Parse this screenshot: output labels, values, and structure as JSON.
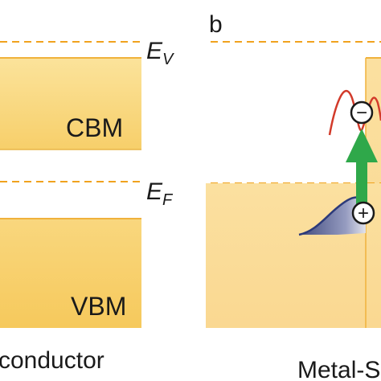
{
  "panel_a": {
    "ev_label": "E",
    "ev_sub": "V",
    "cbm_label": "CBM",
    "ef_label": "E",
    "ef_sub": "F",
    "vbm_label": "VBM",
    "caption": "conductor"
  },
  "panel_b": {
    "panel_letter": "b",
    "caption": "Metal-S",
    "electron_symbol": "−",
    "hole_symbol": "+"
  },
  "colors": {
    "band_fill": "#f9d77e",
    "band_light": "#fde7a8",
    "dash_line": "#f0a21e",
    "arrow": "#2fa84a",
    "wave": "#d23a2a",
    "dos_blue": "#2c3a7a"
  }
}
